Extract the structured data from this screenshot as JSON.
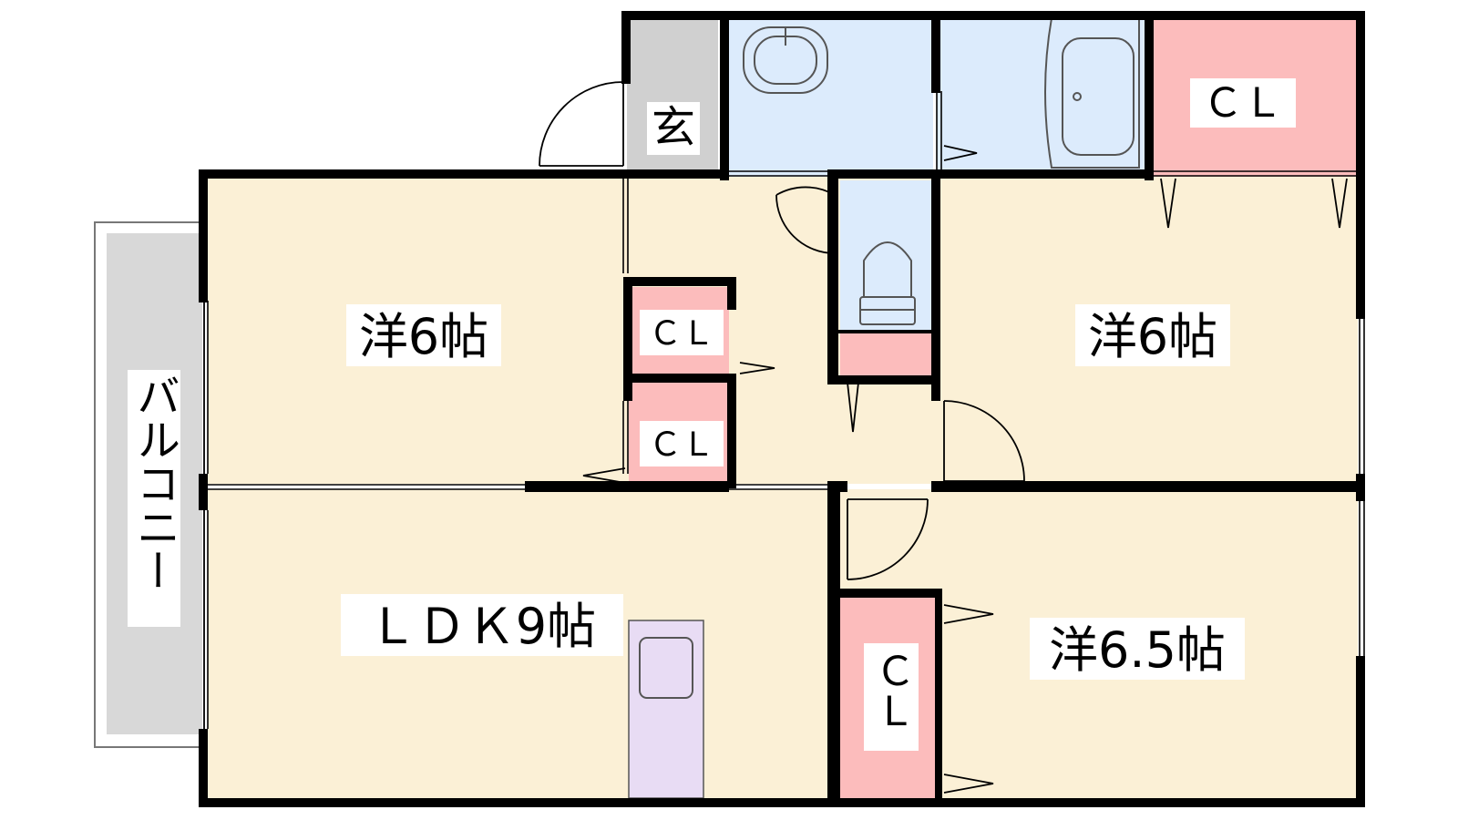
{
  "labels": {
    "entrance": "玄",
    "western_room_left": "洋6帖",
    "western_room_right": "洋6帖",
    "western_room_bottom": "洋6.5帖",
    "ldk": "ＬＤＫ9帖",
    "balcony": "バルコニー",
    "closet_top_right": "ＣＬ",
    "closet_center_upper": "ＣＬ",
    "closet_center_lower": "ＣＬ",
    "closet_bottom": "ＣＬ"
  },
  "colors": {
    "room_floor": "#fbf0d6",
    "wet_area": "#dcebfc",
    "closet": "#fcbcbc",
    "entrance": "#d0d0d0",
    "balcony": "#d8d8d8",
    "kitchen": "#e8dcf4",
    "wall": "#000000"
  }
}
